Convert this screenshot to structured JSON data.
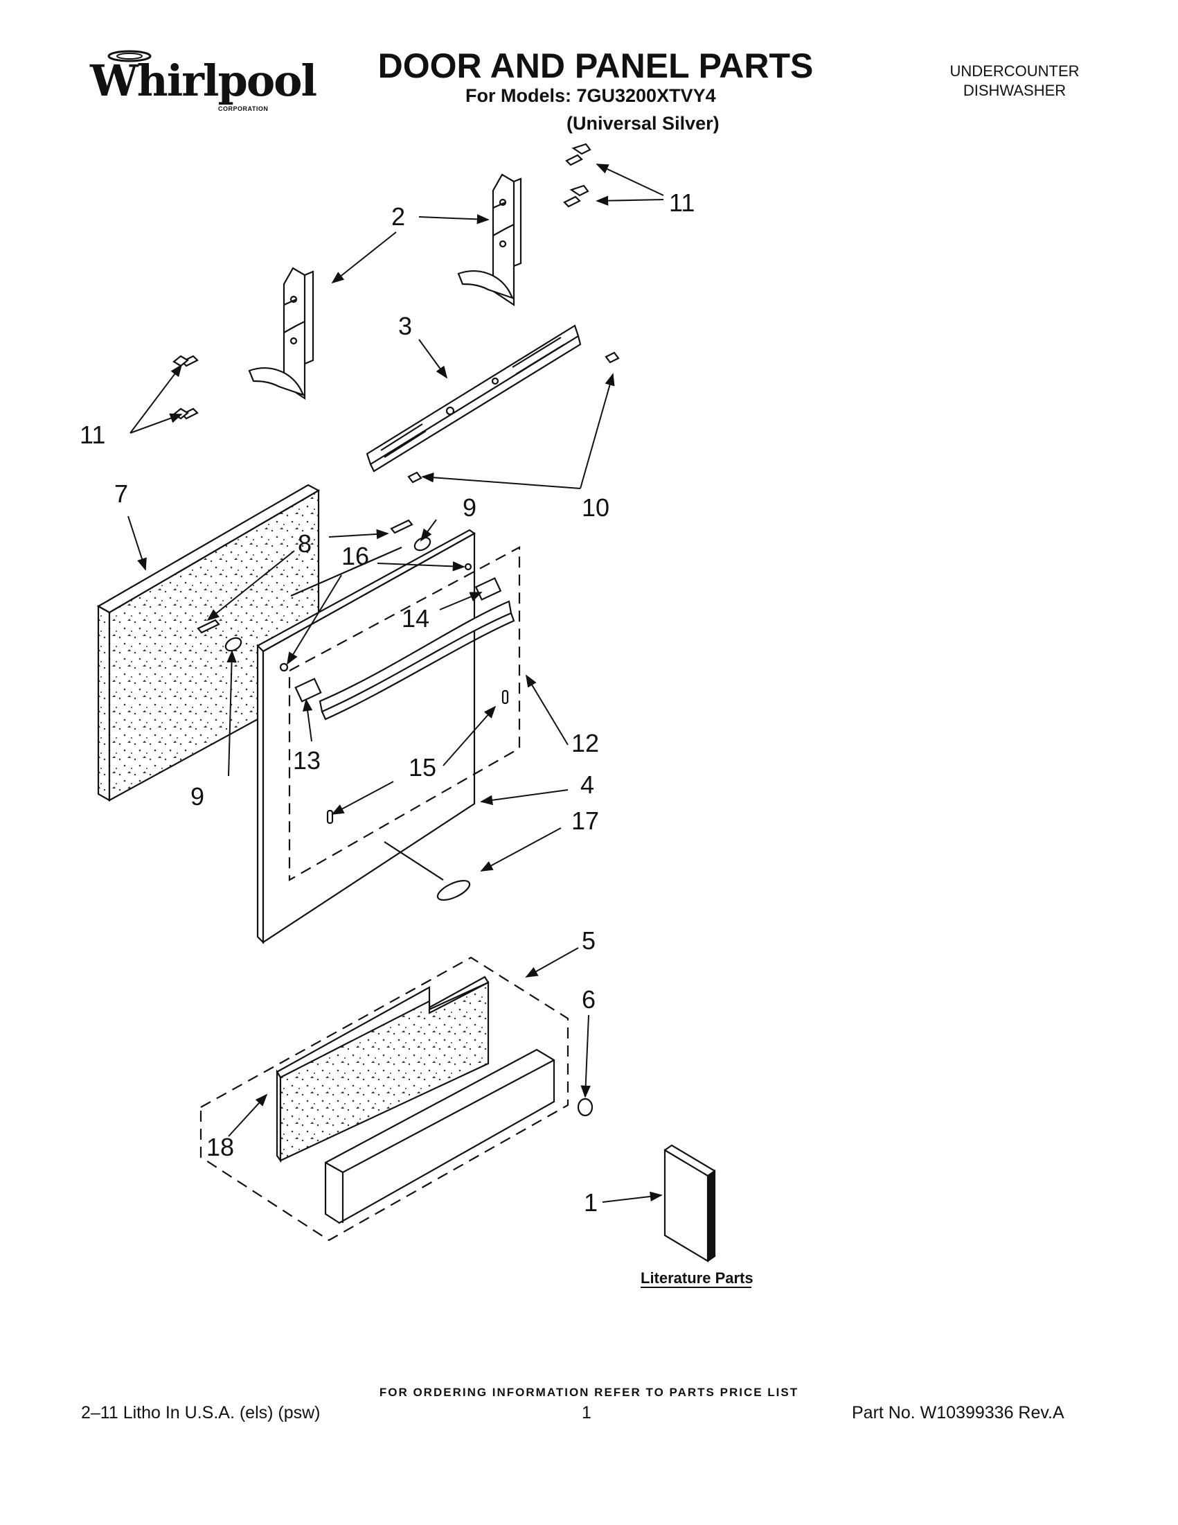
{
  "header": {
    "brand": "Whirlpool",
    "brand_sub": "CORPORATION",
    "title": "DOOR AND PANEL PARTS",
    "models_line": "For Models: 7GU3200XTVY4",
    "finish_line": "(Universal Silver)",
    "category_line1": "UNDERCOUNTER",
    "category_line2": "DISHWASHER"
  },
  "diagram": {
    "callouts": {
      "c1": "1",
      "c2": "2",
      "c3": "3",
      "c4": "4",
      "c5": "5",
      "c6": "6",
      "c7": "7",
      "c8": "8",
      "c9a": "9",
      "c9b": "9",
      "c10": "10",
      "c11a": "11",
      "c11b": "11",
      "c12": "12",
      "c13": "13",
      "c14": "14",
      "c15": "15",
      "c16": "16",
      "c17": "17",
      "c18": "18"
    },
    "literature_label": "Literature Parts"
  },
  "footer": {
    "ordering": "FOR ORDERING INFORMATION REFER TO PARTS PRICE LIST",
    "litho": "2–11 Litho In U.S.A. (els) (psw)",
    "page": "1",
    "part_no": "Part No. W10399336 Rev.A"
  },
  "colors": {
    "ink": "#111111",
    "paper": "#ffffff"
  }
}
